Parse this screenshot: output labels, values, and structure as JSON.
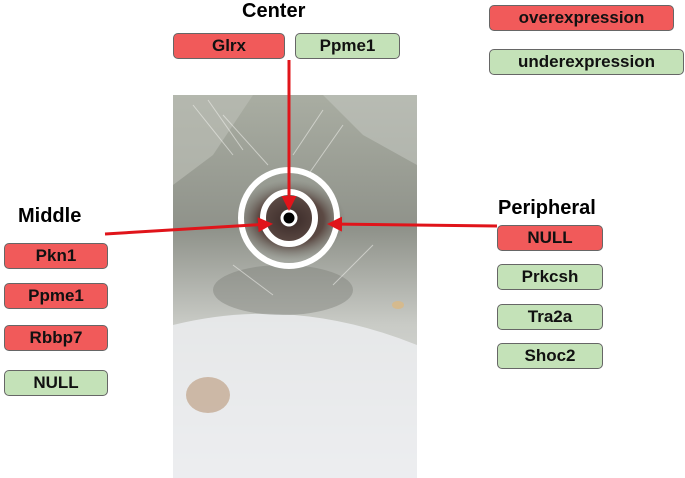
{
  "legend": {
    "over_label": "overexpression",
    "under_label": "underexpression",
    "over_color": "#f15a5a",
    "under_color": "#c4e2b8"
  },
  "center": {
    "heading": "Center",
    "genes": [
      {
        "label": "Glrx",
        "status": "over"
      },
      {
        "label": "Ppme1",
        "status": "under"
      }
    ]
  },
  "middle": {
    "heading": "Middle",
    "genes": [
      {
        "label": "Pkn1",
        "status": "over"
      },
      {
        "label": "Ppme1",
        "status": "over"
      },
      {
        "label": "Rbbp7",
        "status": "over"
      },
      {
        "label": "NULL",
        "status": "under"
      }
    ]
  },
  "peripheral": {
    "heading": "Peripheral",
    "genes": [
      {
        "label": "NULL",
        "status": "over"
      },
      {
        "label": "Prkcsh",
        "status": "under"
      },
      {
        "label": "Tra2a",
        "status": "under"
      },
      {
        "label": "Shoc2",
        "status": "under"
      }
    ]
  },
  "arrow_color": "#e0141a"
}
